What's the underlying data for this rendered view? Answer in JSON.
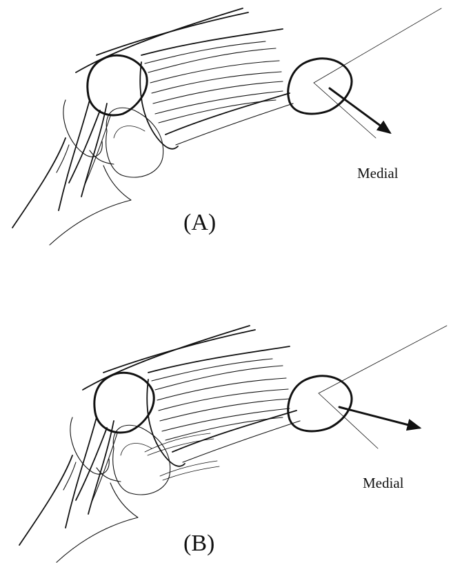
{
  "panels": [
    {
      "label": "(A)",
      "direction_label": "Medial"
    },
    {
      "label": "(B)",
      "direction_label": "Medial"
    }
  ],
  "colors": {
    "ink": "#111111",
    "background": "#ffffff"
  }
}
